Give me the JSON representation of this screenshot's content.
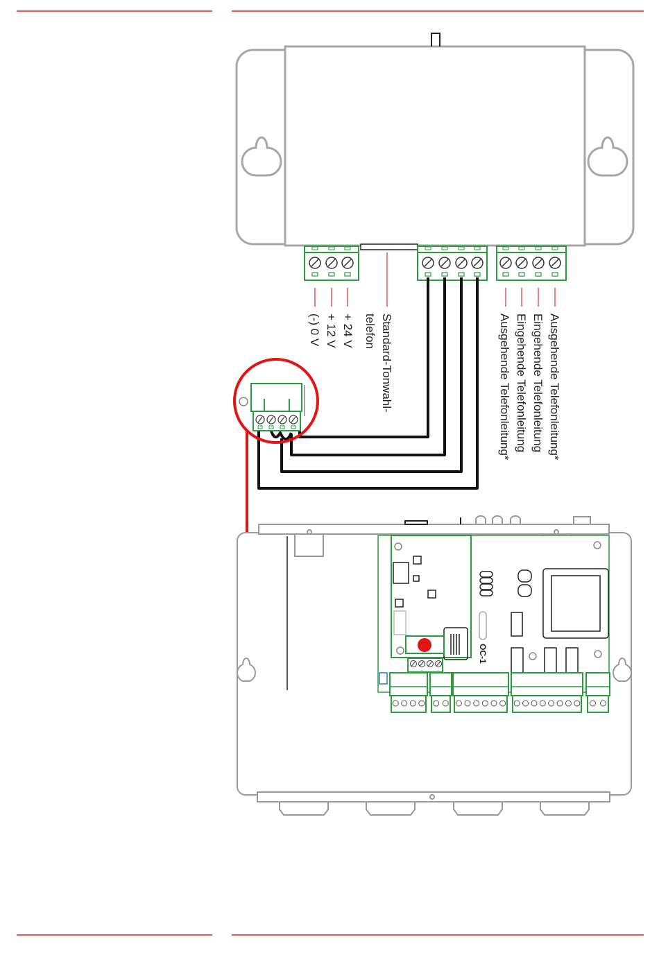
{
  "colors": {
    "rule": "#d42a2a",
    "housing": "#a6a6a6",
    "terminal": "#2e9a3e",
    "wire_black": "#111111",
    "wire_red": "#e01515",
    "leader": "#d42a2a"
  },
  "left_terminal": {
    "labels": [
      "+ 24 V",
      "+ 12 V",
      "(-) 0 V"
    ]
  },
  "center_label": {
    "lines": [
      "Standard-Tonwahl-",
      "telefon"
    ]
  },
  "right_terminal": {
    "labels": [
      "Ausgehende Telefonleitung*",
      "Eingehende Telefonleitung",
      "Eingehende Telefonleitung",
      "Ausgehende Telefonleitung*"
    ]
  },
  "board_marking": "OC-1"
}
